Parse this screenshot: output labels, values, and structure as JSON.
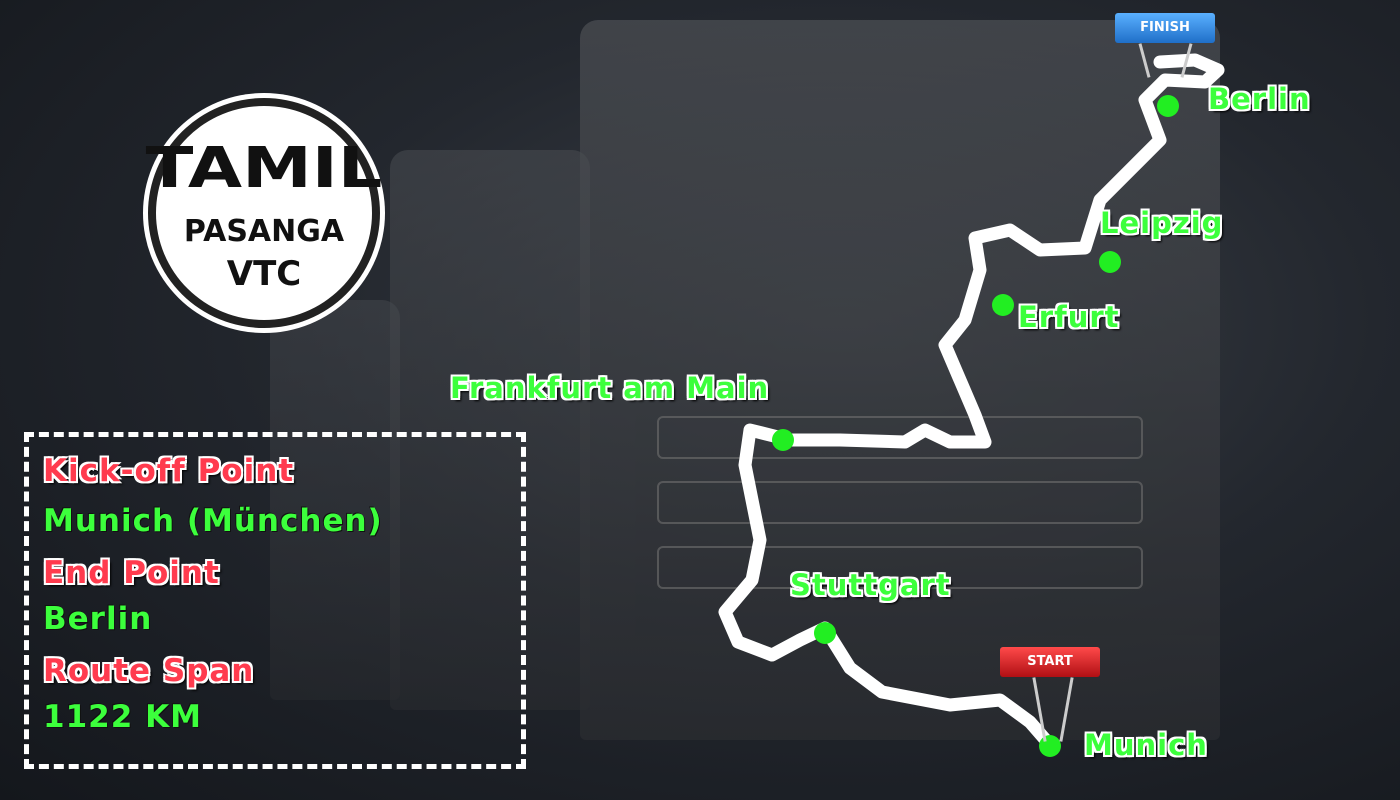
{
  "logo": {
    "line1": "TAMIL",
    "line2": "PASANGA",
    "line3": "VTC"
  },
  "info": {
    "start_label": "Kick-off Point",
    "start_value": "Munich (München)",
    "end_label": "End Point",
    "end_value": "Berlin",
    "span_label": "Route Span",
    "span_value": "1122 KM"
  },
  "cities": {
    "berlin": "Berlin",
    "leipzig": "Leipzig",
    "erfurt": "Erfurt",
    "frankfurt": "Frankfurt am Main",
    "stuttgart": "Stuttgart",
    "munich": "Munich"
  },
  "flags": {
    "finish": "FINISH",
    "start": "START"
  },
  "colors": {
    "route": "#ffffff",
    "dot": "#22ee22",
    "finish_flag": "#1f7fd8",
    "start_flag": "#d8191f"
  }
}
